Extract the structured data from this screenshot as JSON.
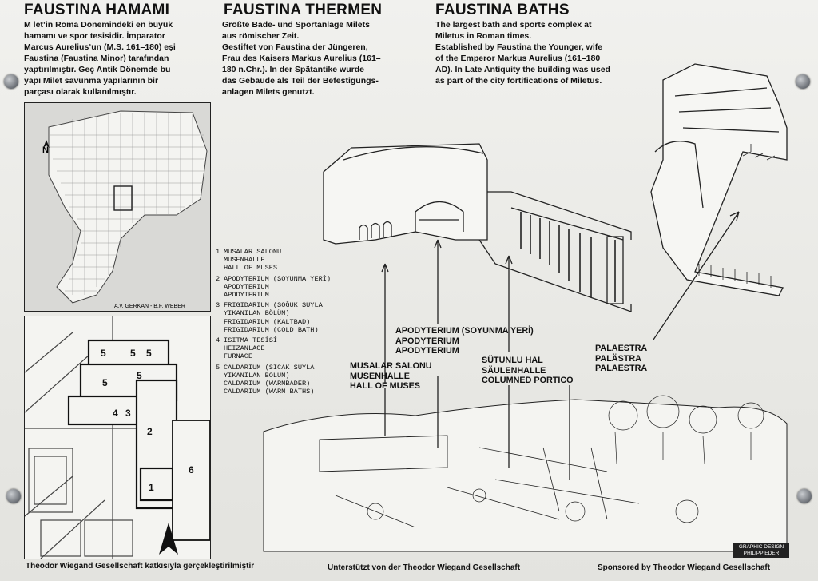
{
  "titles": {
    "turkish": "FAUSTINA HAMAMI",
    "german": "FAUSTINA THERMEN",
    "english": "FAUSTINA BATHS"
  },
  "texts": {
    "turkish": "M letʼin Roma Dönemindeki en büyük\nhamamı ve spor tesisidir. İmparator\nMarcus Aureliusʼun (M.S. 161–180) eşi\nFaustina (Faustina Minor) tarafından\nyaptırılmıştır. Geç Antik Dönemde bu\nyapı Milet savunma yapılarının bir\nparçası olarak kullanılmıştır.",
    "german": "Größte Bade- und Sportanlage Milets\naus römischer Zeit.\nGestiftet von Faustina der Jüngeren,\nFrau des Kaisers Markus Aurelius (161–\n180 n.Chr.). In der Spätantike wurde\ndas Gebäude als Teil der Befestigungs-\nanlagen Milets genutzt.",
    "english": "The largest bath and sports complex at\nMiletus in Roman times.\nEstablished by Faustina the Younger, wife\nof the Emperor Markus Aurelius (161–180\nAD). In Late Antiquity the building was used\nas part of the city fortifications of Miletus."
  },
  "map": {
    "north": "N",
    "credit": "A.v. GERKAN - B.F. WEBER"
  },
  "plan_numbers": [
    "5",
    "5",
    "5",
    "5",
    "5",
    "4",
    "3",
    "2",
    "1",
    "6"
  ],
  "legend": [
    {
      "num": "1",
      "lines": [
        "MUSALAR SALONU",
        "MUSENHALLE",
        "HALL OF MUSES"
      ]
    },
    {
      "num": "2",
      "lines": [
        "APODYTERIUM (SOYUNMA YERİ)",
        "APODYTERIUM",
        "APODYTERIUM"
      ]
    },
    {
      "num": "3",
      "lines": [
        "FRIGIDARIUM (SOĞUK SUYLA",
        "YIKANILAN BÖLÜM)",
        "FRIGIDARIUM (KALTBAD)",
        "FRIGIDARIUM (COLD BATH)"
      ]
    },
    {
      "num": "4",
      "lines": [
        "ISITMA TESİSİ",
        "HEIZANLAGE",
        "FURNACE"
      ]
    },
    {
      "num": "5",
      "lines": [
        "CALDARIUM (SICAK SUYLA",
        "YIKANILAN BÖLÜM)",
        "CALDARIUM (WARMBÄDER)",
        "CALDARIUM (WARM BATHS)"
      ]
    }
  ],
  "callouts": {
    "apodyterium": "APODYTERIUM (SOYUNMA YERİ)\nAPODYTERIUM\nAPODYTERIUM",
    "musalar": "MUSALAR SALONU\nMUSENHALLE\nHALL OF MUSES",
    "portico": "SÜTUNLU HAL\nSÄULENHALLE\nCOLUMNED PORTICO",
    "palaestra": "PALAESTRA\nPALÄSTRA\nPALAESTRA"
  },
  "footer": {
    "turkish": "Theodor Wiegand Gesellschaft katkısıyla gerçekleştirilmiştir",
    "german": "Unterstützt von der Theodor Wiegand Gesellschaft",
    "english": "Sponsored by Theodor Wiegand Gesellschaft"
  },
  "design_credit": {
    "line1": "GRAPHIC DESIGN",
    "line2": "PHILIPP EDER"
  }
}
